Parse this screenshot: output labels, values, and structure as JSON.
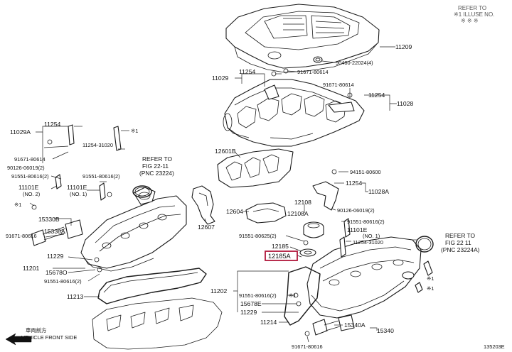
{
  "corner_note": {
    "line1": "REFER TO",
    "line2": "※1 ILLUSE NO.",
    "line3": "※ ※ ※"
  },
  "figure_id": "135203E",
  "direction": {
    "line1": "車両前方",
    "line2": "VEHICLE FRONT SIDE"
  },
  "refs": [
    {
      "line1": "REFER TO",
      "line2": "FIG 22-11",
      "line3": "(PNC 23224)"
    },
    {
      "line1": "REFER TO",
      "line2": "FIG 22 11",
      "line3": "(PNC 23224A)"
    }
  ],
  "labels": {
    "p11209": "11209",
    "p90480": "90480-22024(4)",
    "p11029": "11029",
    "p11254a": "11254",
    "p91671a": "91671-80614",
    "p91671b": "91671-80614",
    "p11254b": "11254",
    "p11028": "11028",
    "p11029A": "11029A",
    "p11254c": "11254",
    "s1a": "※1",
    "p11254_31020a": "11254-31020",
    "p91671c": "91671-80614",
    "p90126a": "90126-06019(2)",
    "p91551a": "91551-80616(2)",
    "p91551b": "91551-80616(2)",
    "p11101Ea": "11101E",
    "p11101Ea_no": "(NO. 2)",
    "p11101Eb": "11101E",
    "p11101Eb_no": "(NO. 1)",
    "s1b": "※1",
    "p15330B": "15330B",
    "p91671d": "91671-80616",
    "p15330A": "15330A",
    "p12601B": "12601B",
    "p94151": "94151-80600",
    "p11254d": "11254",
    "p11028A": "11028A",
    "p12108": "12108",
    "p12108A": "12108A",
    "p90126b": "90126-06019(2)",
    "p12604": "12604",
    "p12607": "12607",
    "p91551c": "91551-80616(2)",
    "p11101Ec": "11101E",
    "p11101Ec_no": "(NO. 1)",
    "p91551d": "91551-80625(2)",
    "p11254_31020b": "11254-31020",
    "p12185": "12185",
    "p12185A": "12185A",
    "p11229a": "11229",
    "p11201": "11201",
    "p15678O": "15678O",
    "p91551e": "91551-80616(2)",
    "p11213": "11213",
    "p11202": "11202",
    "p91551f": "91551-80616(2)",
    "p15678E": "15678E",
    "p11229b": "11229",
    "p11214": "11214",
    "p15340A": "15340A",
    "p15340": "15340",
    "p91671e": "91671-80616",
    "s1c": "※1",
    "s1d": "※1",
    "s1e": "※1"
  },
  "highlight_color": "#b0173b"
}
